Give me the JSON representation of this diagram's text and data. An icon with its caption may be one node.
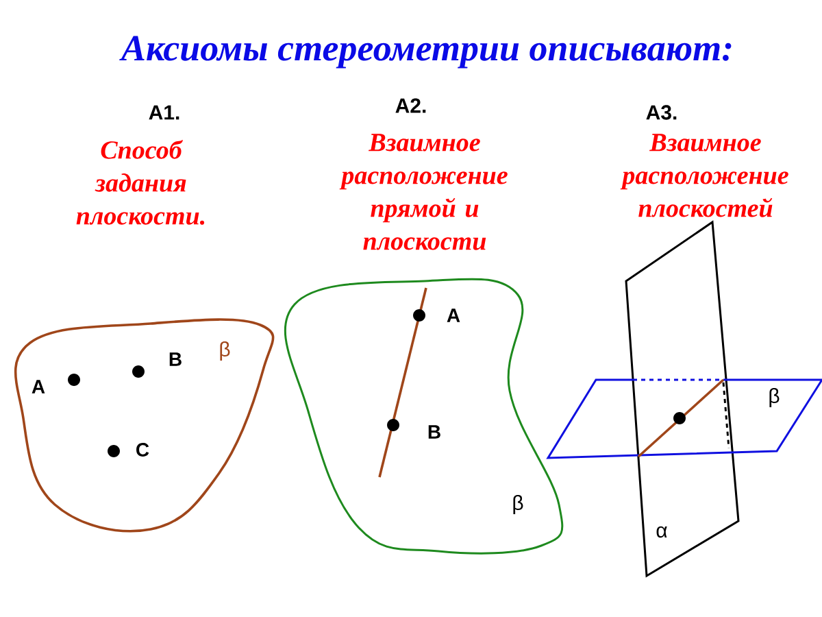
{
  "diagram": {
    "title": "Аксиомы стереометрии описывают:",
    "labels": [
      "А1.",
      "Способ задания плоскости.",
      "А2.",
      "Взаимное расположение прямой и плоскости",
      "А3.",
      "Взаимное расположение плоскостей",
      "A",
      "B",
      "β",
      "C",
      "A",
      "B",
      "β",
      "β",
      "α"
    ]
  }
}
